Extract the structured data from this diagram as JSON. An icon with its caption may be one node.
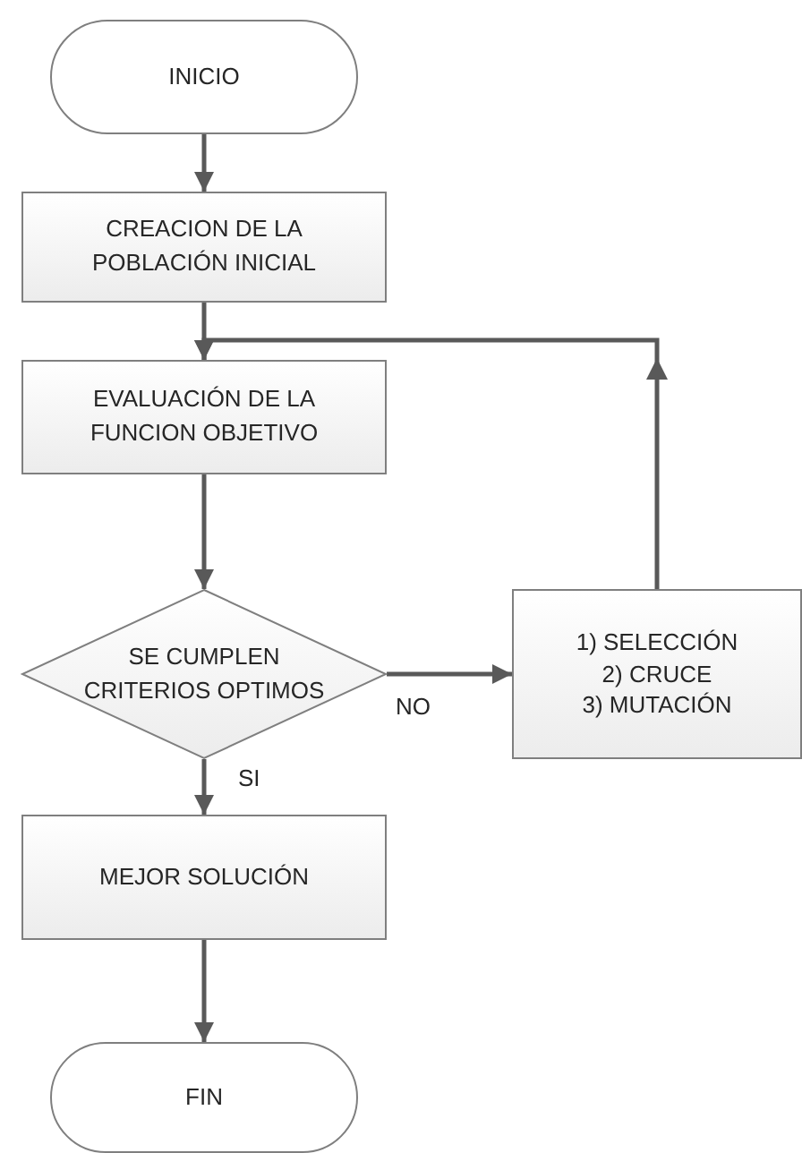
{
  "diagram": {
    "nodes": [
      {
        "text": [
          "INICIO"
        ]
      },
      {
        "text": [
          "CREACION DE LA POBLACIÓN INICIAL"
        ]
      },
      {
        "text": [
          "EVALUACIÓN DE LA FUNCION OBJETIVO"
        ]
      },
      {
        "text": [
          "SE CUMPLEN CRITERIOS OPTIMOS"
        ]
      },
      {
        "text": [
          "1) SELECCIÓN",
          "2) CRUCE",
          "3) MUTACIÓN"
        ]
      },
      {
        "text": [
          "MEJOR SOLUCIÓN"
        ]
      },
      {
        "text": [
          "FIN"
        ]
      }
    ],
    "edges": [
      {
        "from": 0,
        "to": 1,
        "arrow": "to"
      },
      {
        "from": 1,
        "to": 2,
        "arrow": "to"
      },
      {
        "from": 2,
        "to": 3,
        "arrow": "to"
      },
      {
        "from": 3,
        "to": 4,
        "arrow": "to",
        "label": "NO"
      },
      {
        "from": 3,
        "to": 5,
        "arrow": "to",
        "label": "SI"
      },
      {
        "from": 5,
        "to": 6,
        "arrow": "to"
      },
      {
        "from": 4,
        "to": 2,
        "arrow": "to"
      }
    ]
  }
}
